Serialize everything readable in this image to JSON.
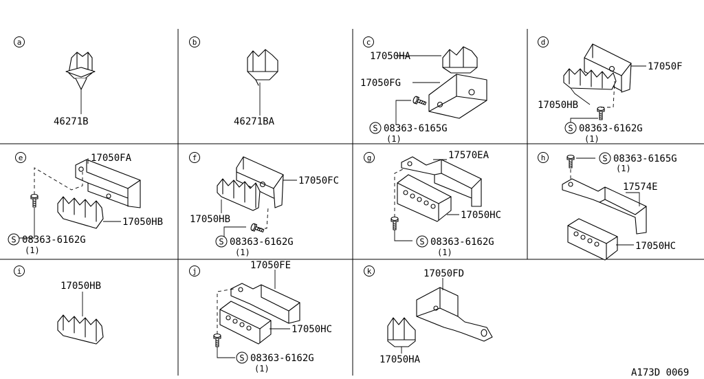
{
  "diagram": {
    "code": "A173D 0069",
    "cells": [
      {
        "label": "a",
        "parts": [
          "46271B"
        ]
      },
      {
        "label": "b",
        "parts": [
          "46271BA"
        ]
      },
      {
        "label": "c",
        "parts": [
          "17050HA",
          "17050FG"
        ],
        "screw": "08363-6165G",
        "qty": "(1)"
      },
      {
        "label": "d",
        "parts": [
          "17050F",
          "17050HB"
        ],
        "screw": "08363-6162G",
        "qty": "(1)"
      },
      {
        "label": "e",
        "parts": [
          "17050FA",
          "17050HB"
        ],
        "screw": "08363-6162G",
        "qty": "(1)"
      },
      {
        "label": "f",
        "parts": [
          "17050FC",
          "17050HB"
        ],
        "screw": "08363-6162G",
        "qty": "(1)"
      },
      {
        "label": "g",
        "parts": [
          "17570EA",
          "17050HC"
        ],
        "screw": "08363-6162G",
        "qty": "(1)"
      },
      {
        "label": "h",
        "parts": [
          "17574E",
          "17050HC"
        ],
        "screw": "08363-6165G",
        "qty": "(1)"
      },
      {
        "label": "i",
        "parts": [
          "17050HB"
        ]
      },
      {
        "label": "j",
        "parts": [
          "17050FE",
          "17050HC"
        ],
        "screw": "08363-6162G",
        "qty": "(1)"
      },
      {
        "label": "k",
        "parts": [
          "17050FD",
          "17050HA"
        ]
      }
    ]
  }
}
